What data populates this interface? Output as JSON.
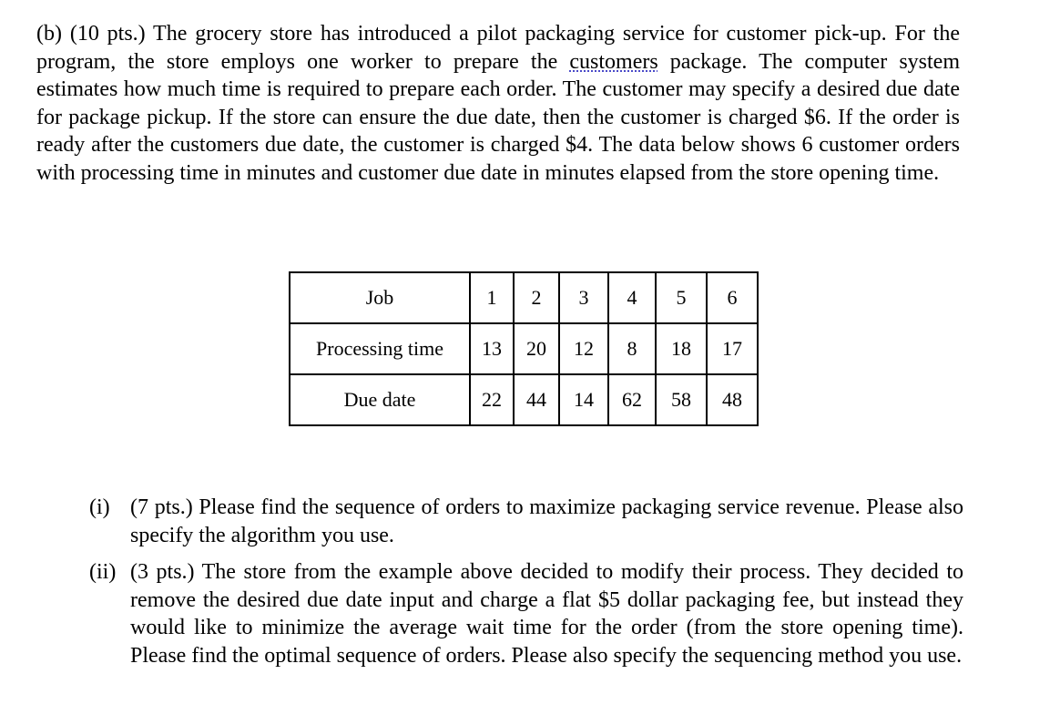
{
  "intro": {
    "part1": "(b) (10 pts.) The grocery store has introduced a pilot packaging service for customer pick-up. For the program, the store employs one worker to prepare the ",
    "underlined": "customers",
    "part2": " package. The computer system estimates how much time is required to prepare each order. The customer may specify a desired due date for package pickup. If the store can ensure the due date, then the customer is charged $6. If the order is ready after the customers due date, the customer is charged $4. The data below shows 6 customer orders with processing time in minutes and customer due date in minutes elapsed from the store opening time."
  },
  "table": {
    "rows": [
      {
        "label": "Job",
        "values": [
          "1",
          "2",
          "3",
          "4",
          "5",
          "6"
        ]
      },
      {
        "label": "Processing time",
        "values": [
          "13",
          "20",
          "12",
          "8",
          "18",
          "17"
        ]
      },
      {
        "label": "Due date",
        "values": [
          "22",
          "44",
          "14",
          "62",
          "58",
          "48"
        ]
      }
    ]
  },
  "questions": [
    {
      "num": "(i)",
      "text": "(7 pts.) Please find the sequence of orders to maximize packaging service revenue. Please also specify the algorithm you use."
    },
    {
      "num": "(ii)",
      "text": "(3 pts.) The store from the example above decided to modify their process. They decided to remove the desired due date input and charge a flat $5 dollar packaging fee, but instead they would like to minimize the average wait time for the order (from the store opening time). Please find the optimal sequence of orders. Please also specify the sequencing method you use."
    }
  ]
}
